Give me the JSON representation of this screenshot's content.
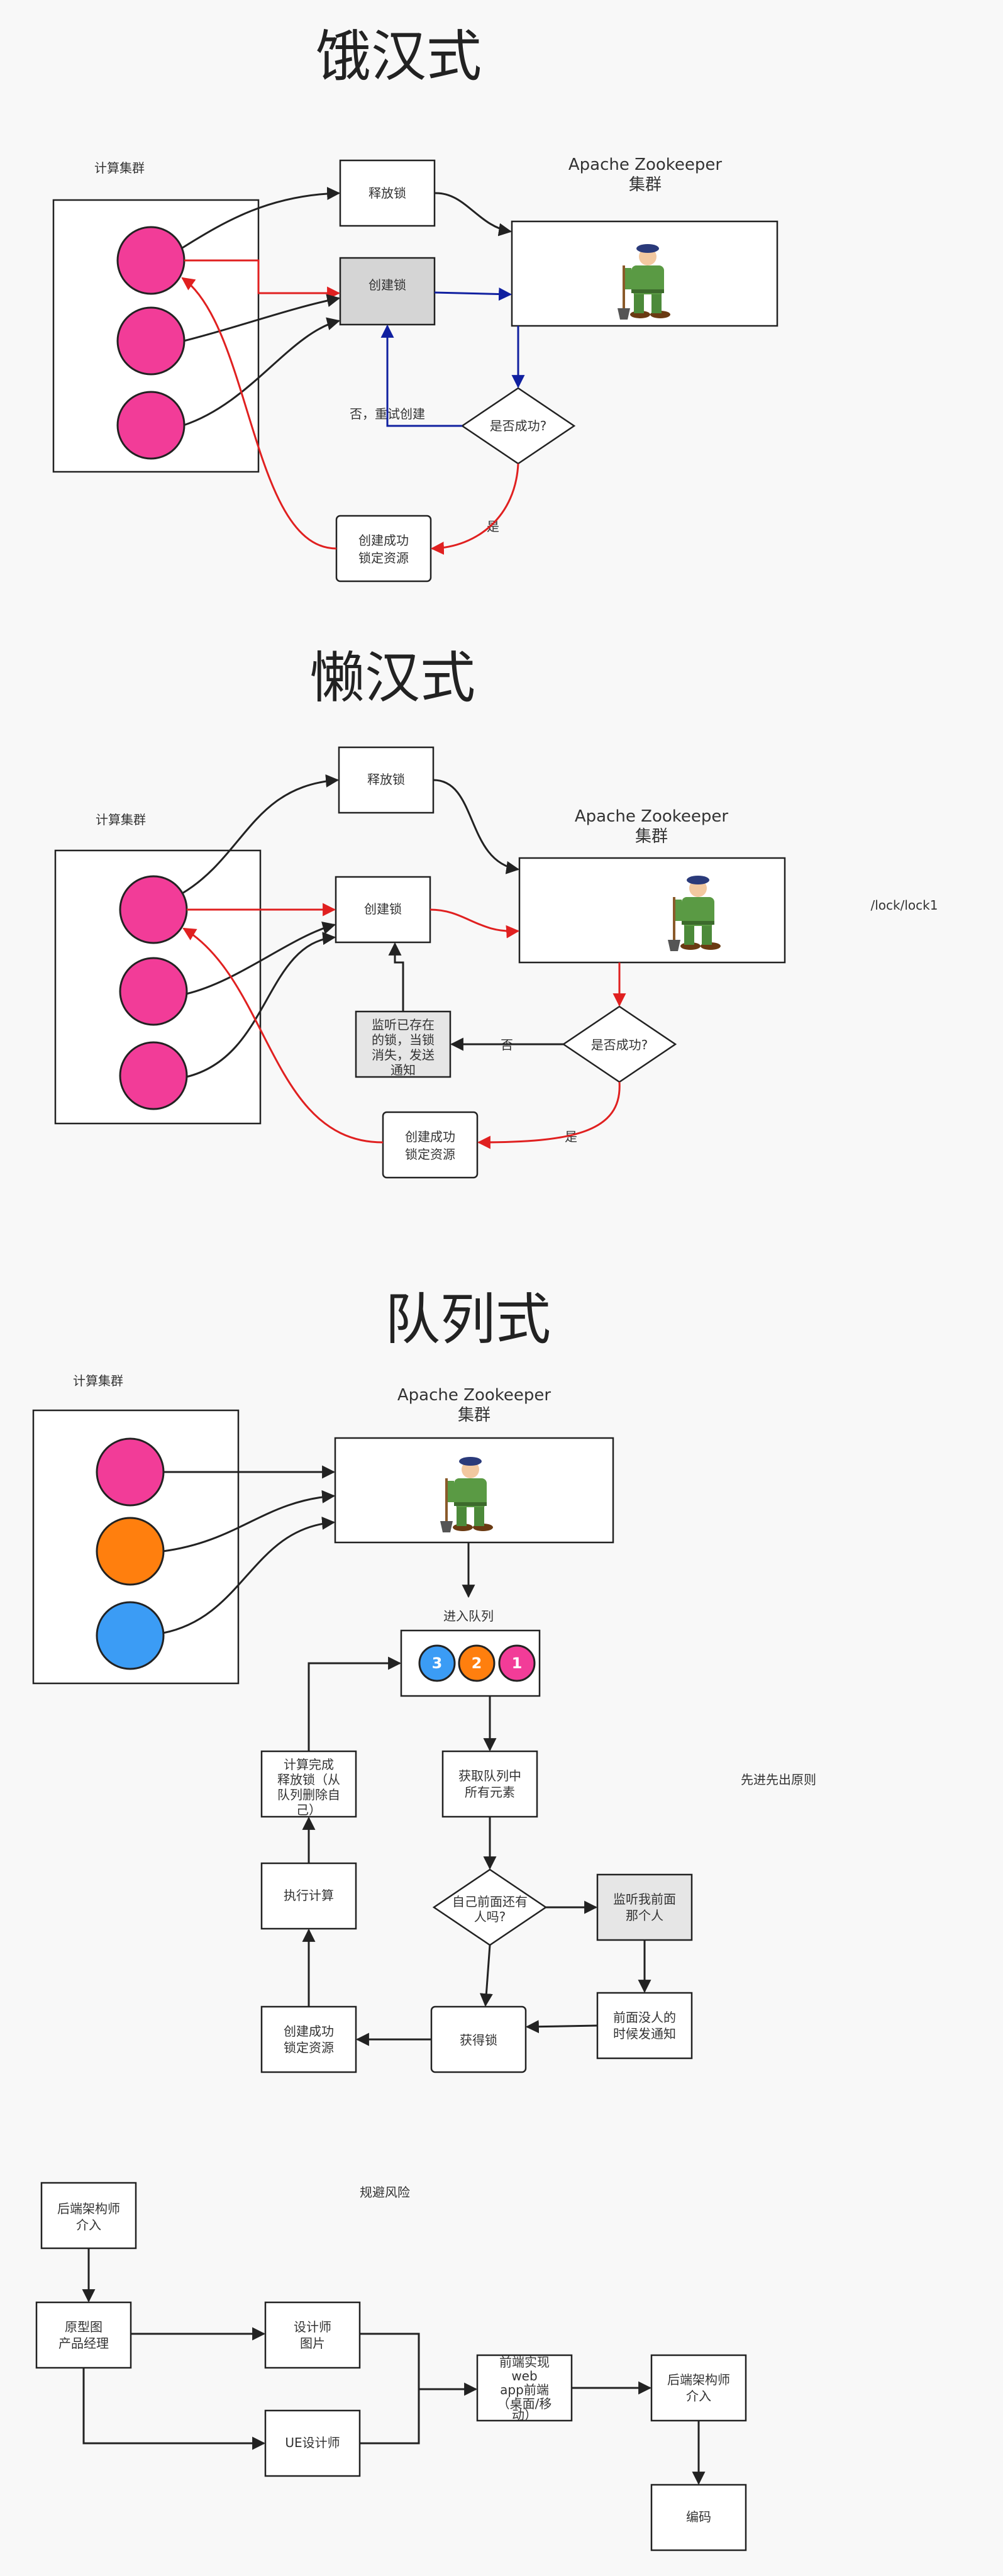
{
  "hungry": {
    "title": "饿汉式",
    "cluster_label": "计算集群",
    "zk_title": "Apache Zookeeper",
    "zk_sub": "集群",
    "release_lock": "释放锁",
    "create_lock": "创建锁",
    "decision": "是否成功?",
    "retry": "否，重试创建",
    "success_box": [
      "创建成功",
      "锁定资源"
    ],
    "yes": "是",
    "node_colors": [
      "#f23c98",
      "#f23c98",
      "#f23c98"
    ]
  },
  "lazy": {
    "title": "懒汉式",
    "cluster_label": "计算集群",
    "zk_title": "Apache Zookeeper",
    "zk_sub": "集群",
    "release_lock": "释放锁",
    "create_lock": "创建锁",
    "decision": "是否成功?",
    "no": "否",
    "watch_box": [
      "监听已存在",
      "的锁，当锁",
      "消失，发送",
      "通知"
    ],
    "success_box": [
      "创建成功",
      "锁定资源"
    ],
    "yes": "是",
    "lock_path": "/lock/lock1",
    "node_colors": [
      "#f23c98",
      "#f23c98",
      "#f23c98"
    ]
  },
  "queue": {
    "title": "队列式",
    "cluster_label": "计算集群",
    "zk_title": "Apache Zookeeper",
    "zk_sub": "集群",
    "enter_queue": "进入队列",
    "queue_items": [
      "3",
      "2",
      "1"
    ],
    "queue_colors": [
      "#3b9cf5",
      "#ff7f0e",
      "#f23c98"
    ],
    "get_all": [
      "获取队列中",
      "所有元素"
    ],
    "decision": [
      "自己前面还有",
      "人吗?"
    ],
    "watch_prev": [
      "监听我前面",
      "那个人"
    ],
    "notify": [
      "前面没人的",
      "时候发通知"
    ],
    "get_lock": "获得锁",
    "success_box": [
      "创建成功",
      "锁定资源"
    ],
    "compute": "执行计算",
    "release": [
      "计算完成",
      "释放锁（从",
      "队列删除自",
      "己）"
    ],
    "fifo_note": "先进先出原则",
    "node_colors": [
      "#f23c98",
      "#ff7f0e",
      "#3b9cf5"
    ]
  },
  "process": {
    "backend_arch_1": [
      "后端架构师",
      "介入"
    ],
    "risk_note": "规避风险",
    "prototype": [
      "原型图",
      "产品经理"
    ],
    "designer": [
      "设计师",
      "图片"
    ],
    "ue_designer": "UE设计师",
    "frontend": [
      "前端实现",
      "web",
      "app前端",
      "（桌面/移",
      "动）"
    ],
    "backend_arch_2": [
      "后端架构师",
      "介入"
    ],
    "coding": "编码"
  }
}
